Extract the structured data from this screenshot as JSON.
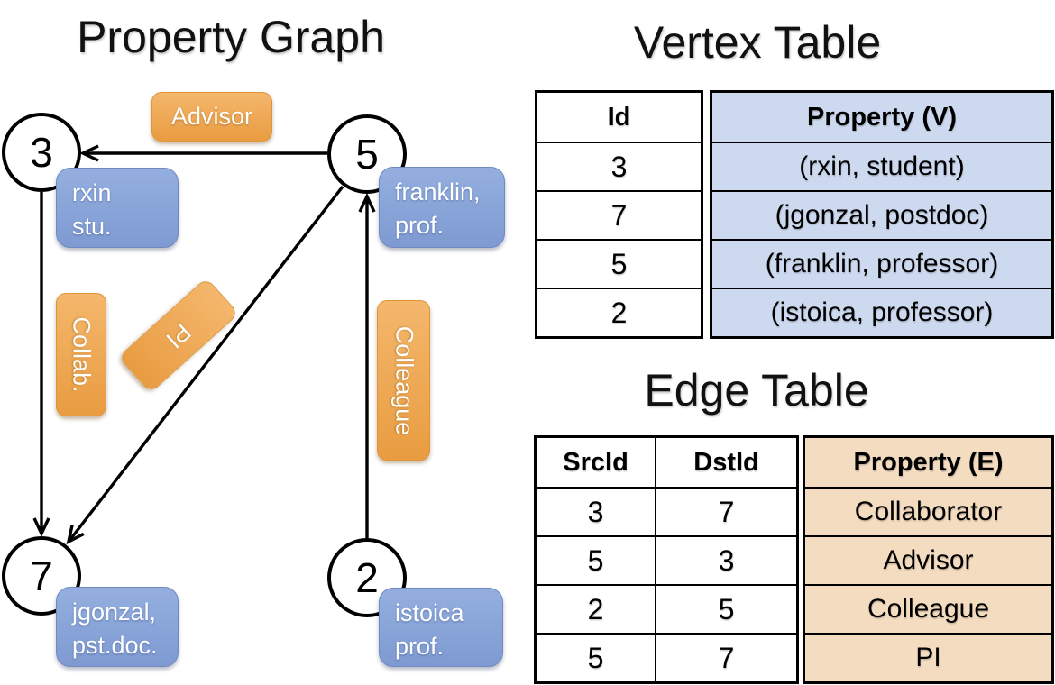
{
  "colors": {
    "orange_top": "#F4B76C",
    "orange_bottom": "#E99C41",
    "blue_top": "#94AFDF",
    "blue_bottom": "#7E9AD1",
    "vertex_property_bg": "#CDD9EF",
    "edge_property_bg": "#F4DCC0",
    "edge_line": "#000000"
  },
  "graph": {
    "title": "Property Graph",
    "nodes": [
      {
        "id": "3",
        "prop_line1": "rxin",
        "prop_line2": "stu."
      },
      {
        "id": "5",
        "prop_line1": "franklin,",
        "prop_line2": "prof."
      },
      {
        "id": "7",
        "prop_line1": "jgonzal,",
        "prop_line2": "pst.doc."
      },
      {
        "id": "2",
        "prop_line1": "istoica",
        "prop_line2": "prof."
      }
    ],
    "edge_labels": {
      "advisor": "Advisor",
      "collab": "Collab.",
      "pi": "PI",
      "colleague": "Colleague"
    }
  },
  "vertex_table": {
    "title": "Vertex Table",
    "headers": [
      "Id",
      "Property (V)"
    ],
    "rows": [
      [
        "3",
        "(rxin, student)"
      ],
      [
        "7",
        "(jgonzal, postdoc)"
      ],
      [
        "5",
        "(franklin, professor)"
      ],
      [
        "2",
        "(istoica, professor)"
      ]
    ]
  },
  "edge_table": {
    "title": "Edge Table",
    "headers": [
      "SrcId",
      "DstId",
      "Property (E)"
    ],
    "rows": [
      [
        "3",
        "7",
        "Collaborator"
      ],
      [
        "5",
        "3",
        "Advisor"
      ],
      [
        "2",
        "5",
        "Colleague"
      ],
      [
        "5",
        "7",
        "PI"
      ]
    ]
  }
}
